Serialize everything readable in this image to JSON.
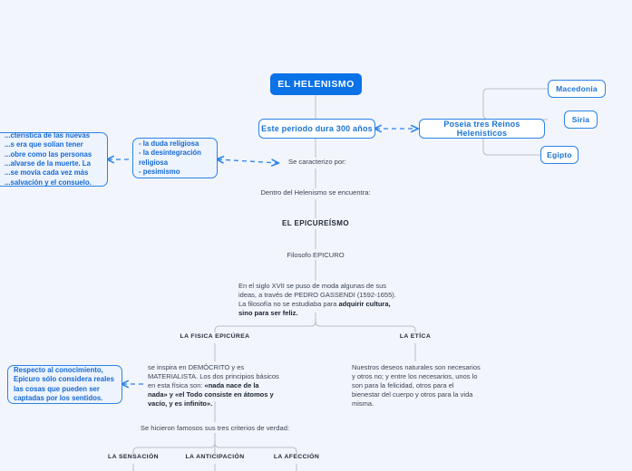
{
  "diagram": {
    "type": "mind-map",
    "title": "EL HELENISMO",
    "colors": {
      "accent": "#0b72e7",
      "node_border": "#2a84e8",
      "node_text": "#1a73d4",
      "connector": "#b9bfcb",
      "dashed_arrow": "#2a84e8",
      "background": "#f2f5fb",
      "body_text": "#3c4455"
    }
  },
  "root": {
    "label": "EL HELENISMO"
  },
  "period": {
    "label": "Este periodo dura 300 años"
  },
  "kingdoms": {
    "label": "Poseia tres Reinos Helenisticos",
    "items": [
      {
        "label": "Macedonia"
      },
      {
        "label": "Siria"
      },
      {
        "label": "Egipto"
      }
    ]
  },
  "characterized": {
    "label": "Se caracterizo por:"
  },
  "traits": {
    "text": "- la duda religiosa\n- la desintegración religiosa\n- pesimismo"
  },
  "religion_note": {
    "text": "...cterística de las nuevas ...s era que solían tener ...obre como las personas ...alvarse de la muerte. La ...se movía cada vez más ...salvación y el consuelo."
  },
  "contains": {
    "label": "Dentro del Helenismo se encuentra:"
  },
  "epicureanism": {
    "title": "EL EPICUREÍSMO",
    "philosopher": "Filosofo EPICURO",
    "note": {
      "line1": "En el siglo XVII se puso de moda algunas de sus",
      "line2": "ideas, a través de PEDRO GASSENDI (1592-1655).",
      "line3": "La filosofía no se estudiaba para ",
      "line3_bold": "adquirir cultura,",
      "line4_bold": "sino para ser feliz."
    }
  },
  "physics": {
    "title": "LA FISICA EPICÚREA",
    "body": {
      "line1": "se inspira en DEMÓCRITO y es",
      "line2": "MATERIALISTA. Los dos principios básicos",
      "line3": "en esta física son: ",
      "line3_bold": "«nada nace de la",
      "line4_bold": "nada» y «el Todo consiste en átomos y",
      "line5_bold": "vacío, y es infinito»."
    }
  },
  "ethics": {
    "title": "LA ETÍCA",
    "body": "Nuestros deseos naturales son necesarios y otros no; y entre los necesarios, unos lo son para la felicidad, otros para el bienestar del cuerpo y otros para la vida misma."
  },
  "knowledge_note": {
    "text": "Respecto al conocimiento, Epicuro sólo considera reales las cosas que pueden ser captadas por los sentidos."
  },
  "criteria": {
    "label": "Se hicieron famosos sus tres criterios de verdad:",
    "items": [
      {
        "label": "LA SENSACIÓN"
      },
      {
        "label": "LA ANTICIPACIÓN"
      },
      {
        "label": "LA AFECCIÓN"
      }
    ]
  }
}
